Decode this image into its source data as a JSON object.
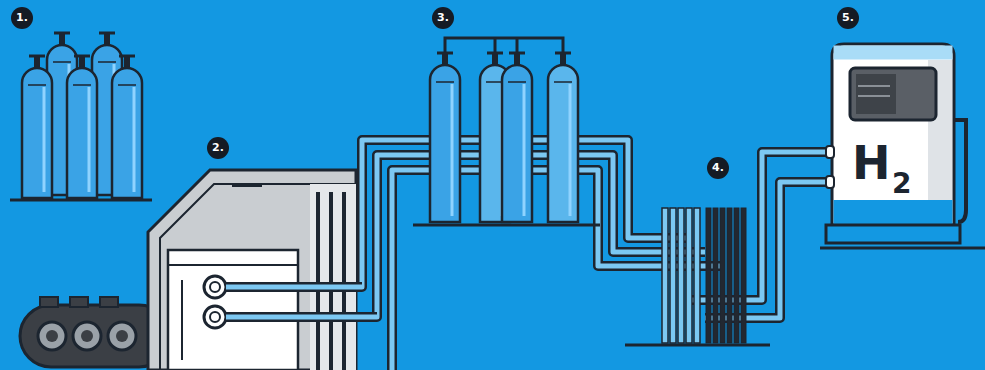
{
  "diagram": {
    "labels": [
      "1.",
      "2.",
      "3.",
      "4.",
      "5.",
      "H",
      "2"
    ]
  }
}
